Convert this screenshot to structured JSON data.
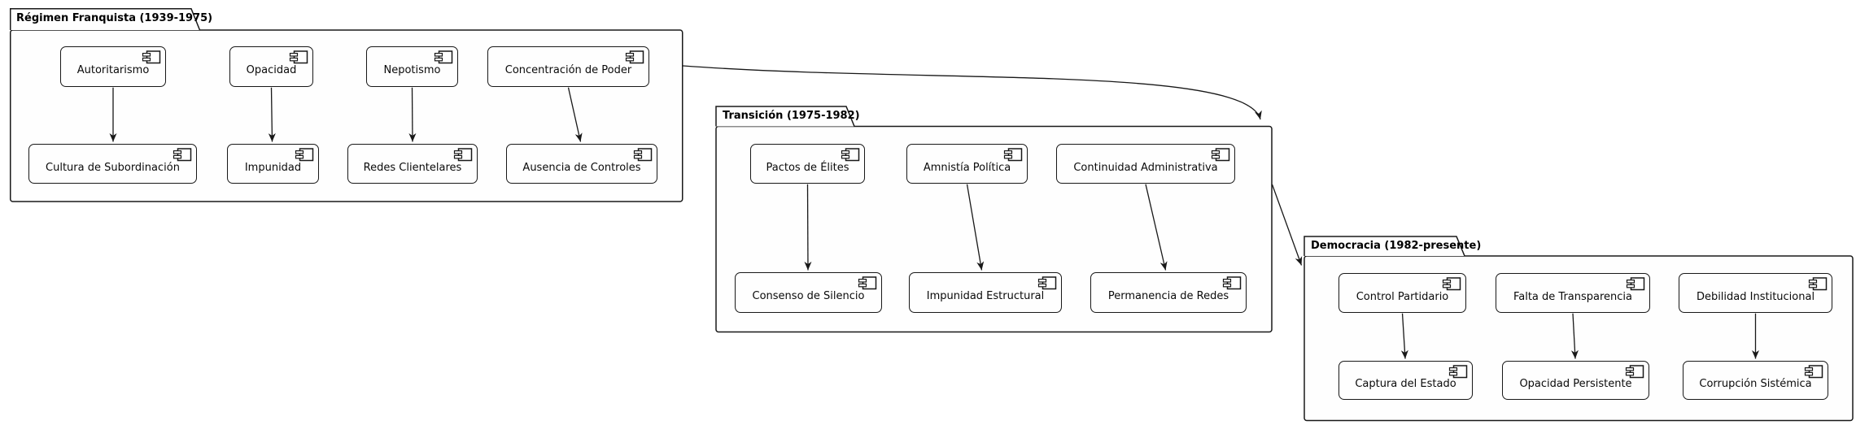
{
  "diagram": {
    "type": "uml-component-diagram",
    "background_color": "#ffffff",
    "stroke_color": "#181818",
    "packages": [
      {
        "title": "Régimen Franquista (1939-1975)",
        "components": [
          {
            "label": "Autoritarismo"
          },
          {
            "label": "Opacidad"
          },
          {
            "label": "Nepotismo"
          },
          {
            "label": "Concentración de Poder"
          },
          {
            "label": "Cultura de Subordinación"
          },
          {
            "label": "Impunidad"
          },
          {
            "label": "Redes Clientelares"
          },
          {
            "label": "Ausencia de Controles"
          }
        ],
        "relations": [
          {
            "from": "Autoritarismo",
            "to": "Cultura de Subordinación"
          },
          {
            "from": "Opacidad",
            "to": "Impunidad"
          },
          {
            "from": "Nepotismo",
            "to": "Redes Clientelares"
          },
          {
            "from": "Concentración de Poder",
            "to": "Ausencia de Controles"
          }
        ]
      },
      {
        "title": "Transición (1975-1982)",
        "components": [
          {
            "label": "Pactos de Élites"
          },
          {
            "label": "Amnistía Política"
          },
          {
            "label": "Continuidad Administrativa"
          },
          {
            "label": "Consenso de Silencio"
          },
          {
            "label": "Impunidad Estructural"
          },
          {
            "label": "Permanencia de Redes"
          }
        ],
        "relations": [
          {
            "from": "Pactos de Élites",
            "to": "Consenso de Silencio"
          },
          {
            "from": "Amnistía Política",
            "to": "Impunidad Estructural"
          },
          {
            "from": "Continuidad Administrativa",
            "to": "Permanencia de Redes"
          }
        ]
      },
      {
        "title": "Democracia (1982-presente)",
        "components": [
          {
            "label": "Control Partidario"
          },
          {
            "label": "Falta de Transparencia"
          },
          {
            "label": "Debilidad Institucional"
          },
          {
            "label": "Captura del Estado"
          },
          {
            "label": "Opacidad Persistente"
          },
          {
            "label": "Corrupción Sistémica"
          }
        ],
        "relations": [
          {
            "from": "Control Partidario",
            "to": "Captura del Estado"
          },
          {
            "from": "Falta de Transparencia",
            "to": "Opacidad Persistente"
          },
          {
            "from": "Debilidad Institucional",
            "to": "Corrupción Sistémica"
          }
        ]
      }
    ],
    "inter_package_relations": [
      {
        "from": "Régimen Franquista (1939-1975)",
        "to": "Transición (1975-1982)"
      },
      {
        "from": "Transición (1975-1982)",
        "to": "Democracia (1982-presente)"
      }
    ]
  }
}
